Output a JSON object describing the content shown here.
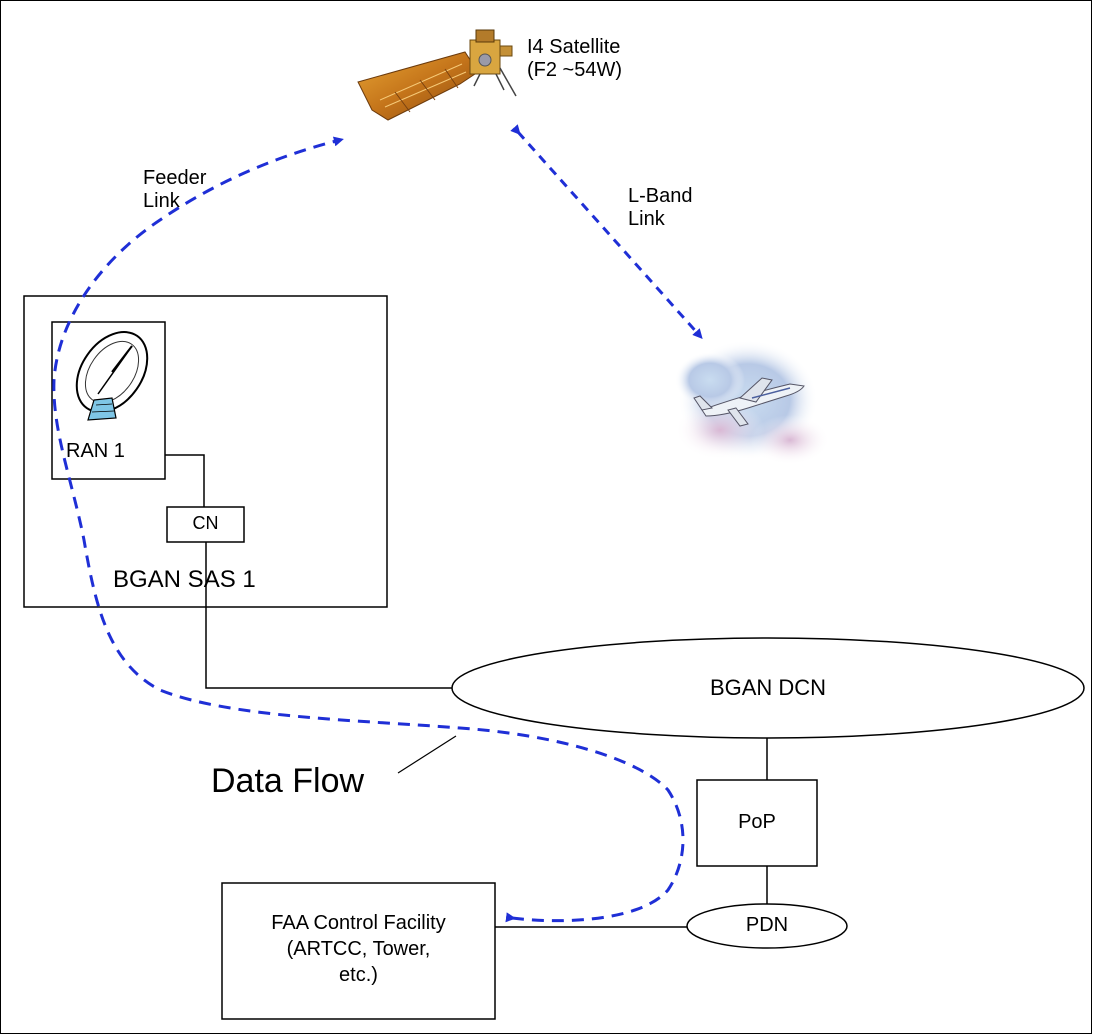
{
  "satellite": {
    "line1": "I4 Satellite",
    "line2": "(F2 ~54W)"
  },
  "feeder_link": {
    "line1": "Feeder",
    "line2": "Link"
  },
  "lband_link": {
    "line1": "L-Band",
    "line2": "Link"
  },
  "ran": {
    "label": "RAN 1"
  },
  "cn": {
    "label": "CN"
  },
  "sas": {
    "label": "BGAN SAS 1"
  },
  "dcn": {
    "label": "BGAN DCN"
  },
  "data_flow": {
    "label": "Data Flow"
  },
  "pop": {
    "label": "PoP"
  },
  "pdn": {
    "label": "PDN"
  },
  "faa": {
    "line1": "FAA Control Facility",
    "line2": "(ARTCC, Tower,",
    "line3": "etc.)"
  },
  "colors": {
    "flow": "#1f2fd6",
    "line": "#000000"
  }
}
